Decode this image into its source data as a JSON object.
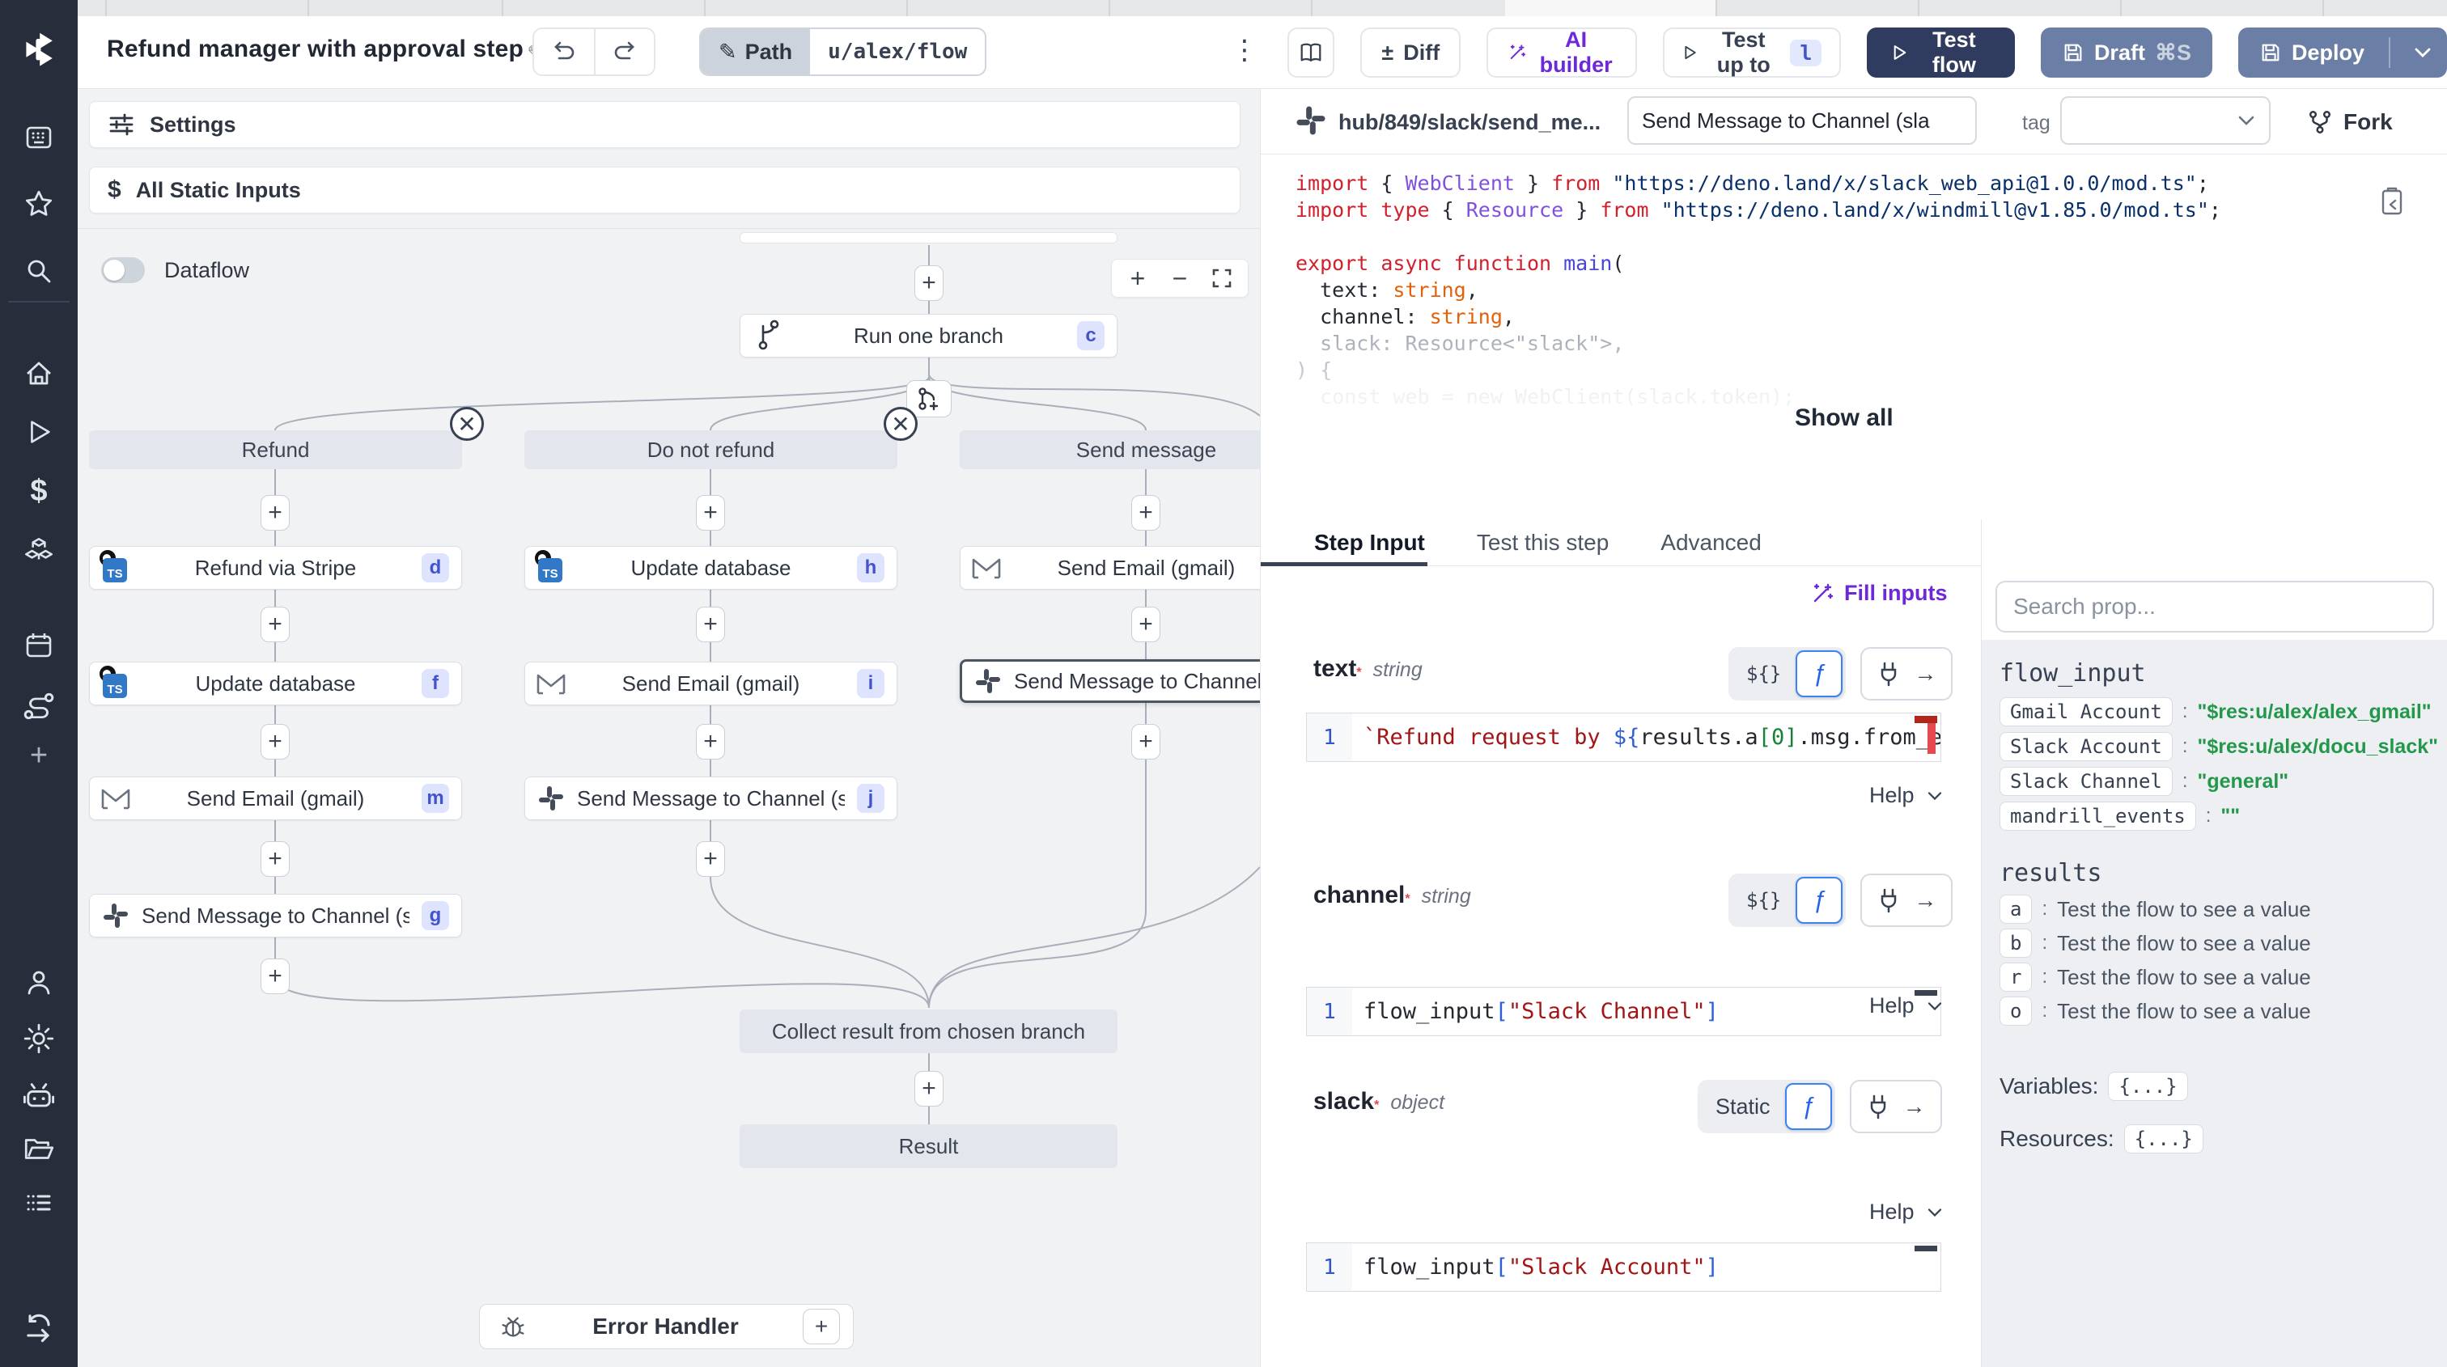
{
  "topbar": {
    "title": "Refund manager with approval step",
    "path_label": "Path",
    "path_value": "u/alex/flow",
    "diff_label": "Diff",
    "ai_builder_label": "AI builder",
    "test_up_to_label": "Test up to",
    "test_up_to_badge": "l",
    "test_flow_label": "Test flow",
    "draft_label": "Draft",
    "draft_shortcut": "⌘S",
    "deploy_label": "Deploy"
  },
  "sidebar": {
    "icons": [
      "workspace-grid",
      "favorites-star",
      "search",
      "home",
      "runs-play",
      "variables-dollar",
      "resources-cubes",
      "schedules-calendar",
      "flows-route",
      "create-plus",
      "user",
      "settings-gear",
      "workers-robot",
      "folders",
      "audit-list",
      "logout-arrow"
    ]
  },
  "canvas": {
    "settings_label": "Settings",
    "static_inputs_label": "All Static Inputs",
    "dataflow_label": "Dataflow",
    "run_node": {
      "label": "Run one branch",
      "badge": "c"
    },
    "branches": [
      {
        "label": "Refund"
      },
      {
        "label": "Do not refund"
      },
      {
        "label": "Send message"
      }
    ],
    "nodes": [
      {
        "label": "Refund via Stripe",
        "badge": "d"
      },
      {
        "label": "Update database",
        "badge": "h"
      },
      {
        "label": "Send Email (gmail)",
        "badge": ""
      },
      {
        "label": "Update database",
        "badge": "f"
      },
      {
        "label": "Send Email (gmail)",
        "badge": "i"
      },
      {
        "label": "Send Message to Channel (slack",
        "badge": ""
      },
      {
        "label": "Send Email (gmail)",
        "badge": "m"
      },
      {
        "label": "Send Message to Channel (slack)",
        "badge": "j"
      },
      {
        "label": "Send Message to Channel (slack)",
        "badge": "g"
      }
    ],
    "collect_label": "Collect result from chosen branch",
    "result_label": "Result",
    "error_handler_label": "Error Handler"
  },
  "panel": {
    "hub_path": "hub/849/slack/send_me...",
    "name_value": "Send Message to Channel (sla",
    "tag_label": "tag",
    "fork_label": "Fork",
    "show_all": "Show all",
    "help_label": "Help",
    "fill_inputs": "Fill inputs",
    "tabs": [
      {
        "label": "Step Input"
      },
      {
        "label": "Test this step"
      },
      {
        "label": "Advanced"
      }
    ],
    "code": [
      [
        {
          "c": "k",
          "t": "import"
        },
        {
          "c": "p",
          "t": " { "
        },
        {
          "c": "t",
          "t": "WebClient"
        },
        {
          "c": "p",
          "t": " } "
        },
        {
          "c": "k",
          "t": "from"
        },
        {
          "c": "p",
          "t": " "
        },
        {
          "c": "s",
          "t": "\"https://deno.land/x/slack_web_api@1.0.0/mod.ts\""
        },
        {
          "c": "p",
          "t": ";"
        }
      ],
      [
        {
          "c": "k",
          "t": "import type"
        },
        {
          "c": "p",
          "t": " { "
        },
        {
          "c": "t",
          "t": "Resource"
        },
        {
          "c": "p",
          "t": " } "
        },
        {
          "c": "k",
          "t": "from"
        },
        {
          "c": "p",
          "t": " "
        },
        {
          "c": "s",
          "t": "\"https://deno.land/x/windmill@v1.85.0/mod.ts\""
        },
        {
          "c": "p",
          "t": ";"
        }
      ],
      [],
      [
        {
          "c": "k",
          "t": "export async function"
        },
        {
          "c": "f",
          "t": " main"
        },
        {
          "c": "p",
          "t": "("
        }
      ],
      [
        {
          "c": "p",
          "t": "  text: "
        },
        {
          "c": "o",
          "t": "string"
        },
        {
          "c": "p",
          "t": ","
        }
      ],
      [
        {
          "c": "p",
          "t": "  channel: "
        },
        {
          "c": "o",
          "t": "string"
        },
        {
          "c": "p",
          "t": ","
        }
      ],
      [
        {
          "c": "g",
          "t": "  slack: Resource<\"slack\">,"
        }
      ],
      [
        {
          "c": "g",
          "t": ") {"
        }
      ],
      [
        {
          "c": "g2",
          "t": "  const web = new WebClient(slack.token);"
        }
      ]
    ],
    "fields": {
      "text": {
        "name": "text",
        "req": "*",
        "type": "string",
        "toggle": "${}",
        "line": "1",
        "code": [
          {
            "c": "s2",
            "t": "`Refund request by "
          },
          {
            "c": "b",
            "t": "${"
          },
          {
            "c": "p",
            "t": "results.a"
          },
          {
            "c": "gr",
            "t": "[0]"
          },
          {
            "c": "p",
            "t": ".msg."
          },
          {
            "c": "err",
            "t": "from_e"
          }
        ]
      },
      "channel": {
        "name": "channel",
        "req": "*",
        "type": "string",
        "toggle": "${}",
        "line": "1",
        "code": [
          {
            "c": "p",
            "t": "flow_input"
          },
          {
            "c": "b",
            "t": "["
          },
          {
            "c": "s2",
            "t": "\"Slack Channel\""
          },
          {
            "c": "b",
            "t": "]"
          }
        ]
      },
      "slack": {
        "name": "slack",
        "req": "*",
        "type": "object",
        "toggle": "Static",
        "line": "1",
        "code": [
          {
            "c": "p",
            "t": "flow_input"
          },
          {
            "c": "b",
            "t": "["
          },
          {
            "c": "s2",
            "t": "\"Slack Account\""
          },
          {
            "c": "b",
            "t": "]"
          }
        ]
      }
    }
  },
  "props": {
    "search_placeholder": "Search prop...",
    "flow_input_title": "flow_input",
    "flow_input": [
      {
        "key": "Gmail Account",
        "value": "\"$res:u/alex/alex_gmail\""
      },
      {
        "key": "Slack Account",
        "value": "\"$res:u/alex/docu_slack\""
      },
      {
        "key": "Slack Channel",
        "value": "\"general\""
      },
      {
        "key": "mandrill_events",
        "value": "\"\""
      }
    ],
    "results_title": "results",
    "results": [
      {
        "key": "a",
        "value": "Test the flow to see a value"
      },
      {
        "key": "b",
        "value": "Test the flow to see a value"
      },
      {
        "key": "r",
        "value": "Test the flow to see a value"
      },
      {
        "key": "o",
        "value": "Test the flow to see a value"
      }
    ],
    "variables_label": "Variables:",
    "variables_value": "{...}",
    "resources_label": "Resources:",
    "resources_value": "{...}"
  }
}
